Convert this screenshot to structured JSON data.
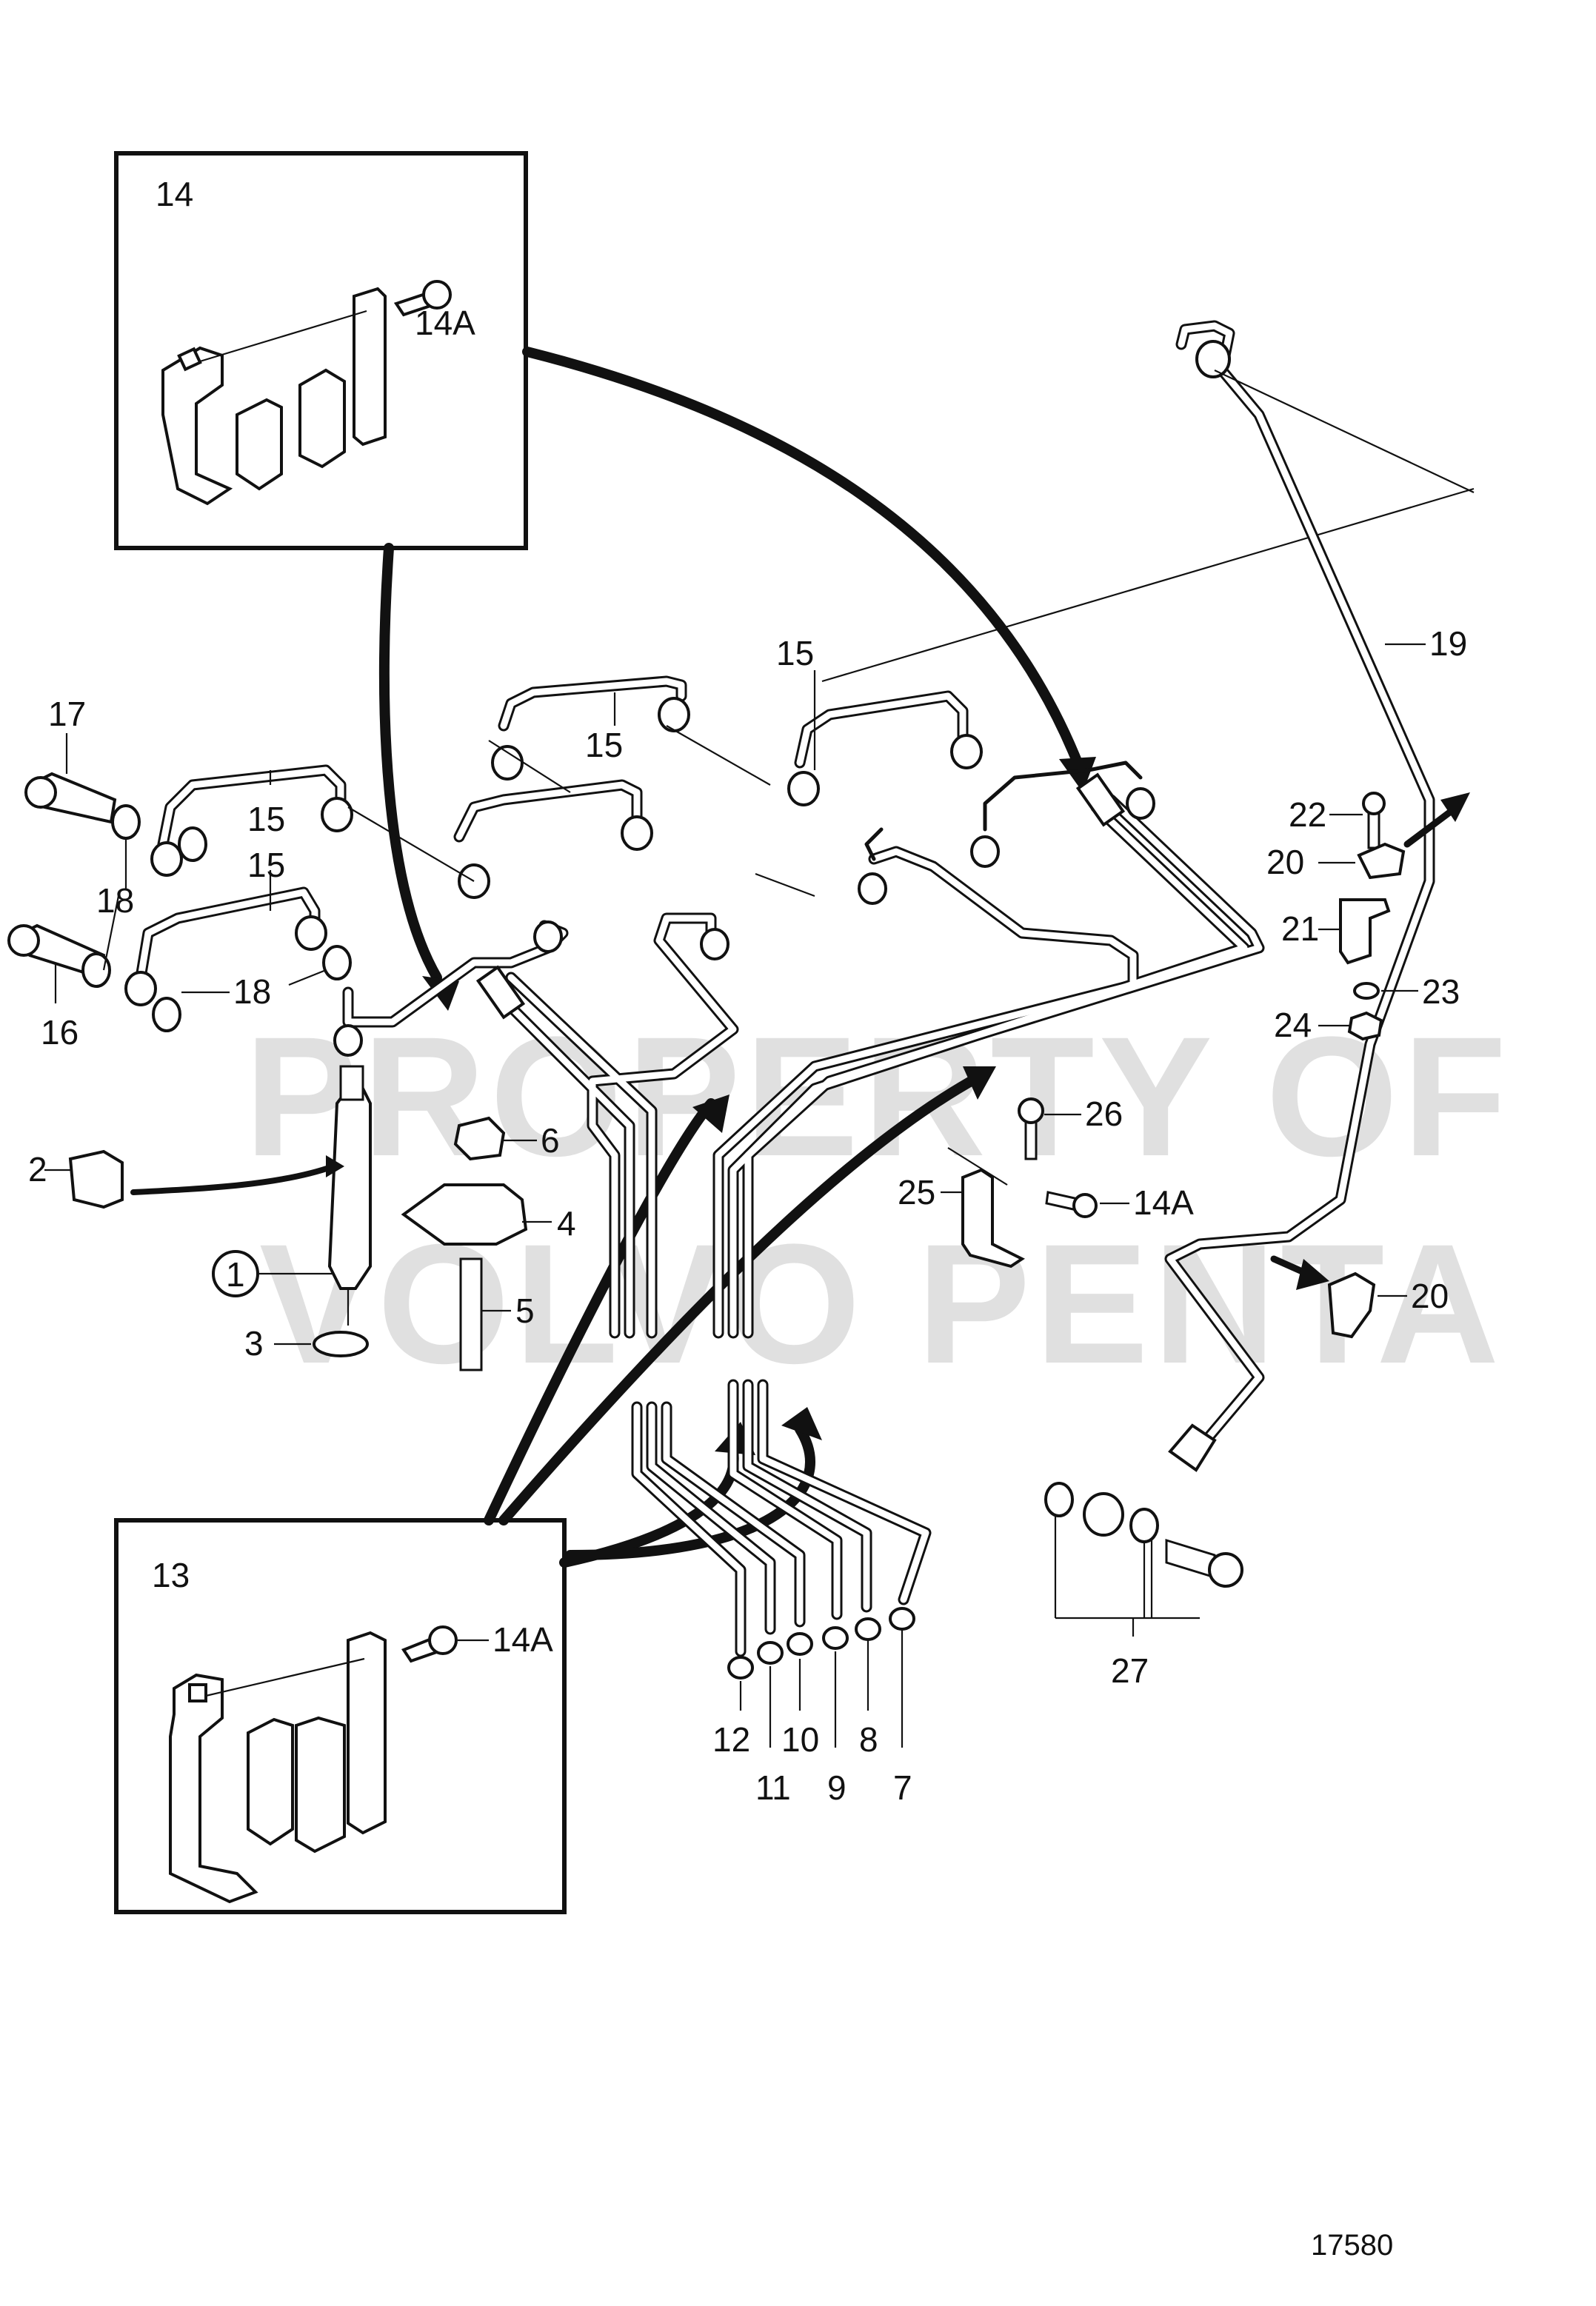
{
  "drawing_number": "17580",
  "watermark": {
    "line1": "PROPERTY OF",
    "line2": "VOLVO PENTA"
  },
  "callouts": {
    "c1": "1",
    "c2": "2",
    "c3": "3",
    "c4": "4",
    "c5": "5",
    "c6": "6",
    "c7": "7",
    "c8": "8",
    "c9": "9",
    "c10": "10",
    "c11": "11",
    "c12": "12",
    "c13": "13",
    "c14": "14",
    "c14a": "14A",
    "c15": "15",
    "c16": "16",
    "c17": "17",
    "c18": "18",
    "c19": "19",
    "c20": "20",
    "c21": "21",
    "c22": "22",
    "c23": "23",
    "c24": "24",
    "c25": "25",
    "c26": "26",
    "c27": "27"
  }
}
